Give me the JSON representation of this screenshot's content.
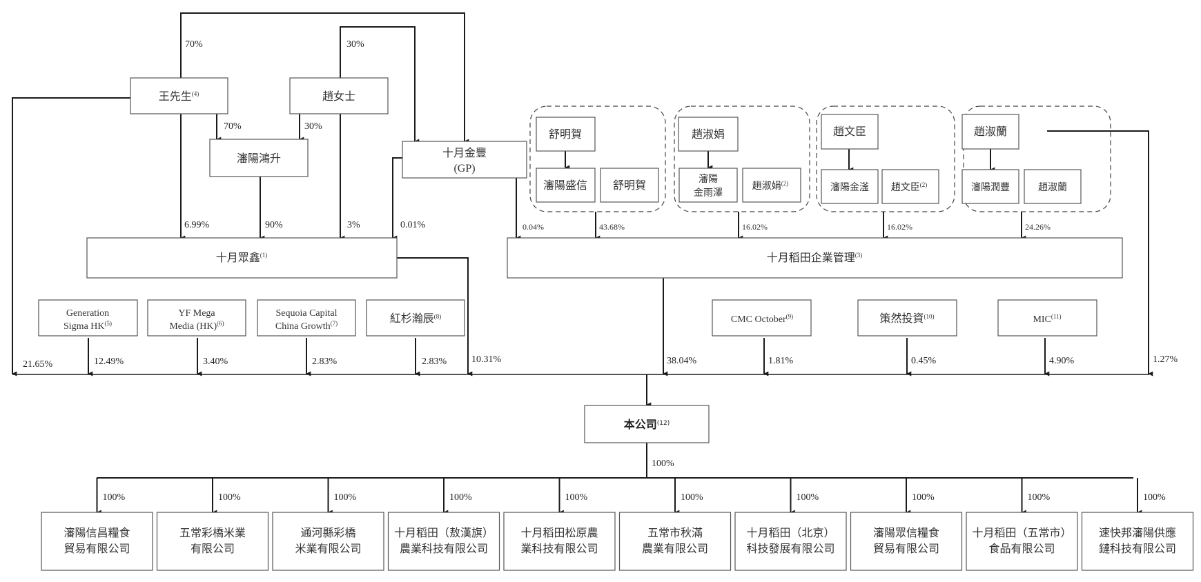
{
  "title": "Shareholding Structure",
  "entities": {
    "wang": {
      "name": "王先生",
      "note": "(4)"
    },
    "zhao_ms": {
      "name": "趙女士",
      "note": ""
    },
    "panyang_hongsheng": {
      "name": "瀋陽鴻升",
      "note": ""
    },
    "shiyue_jinfeng": {
      "name": "十月金豐",
      "line2": "(GP)"
    },
    "shiyue_zhongxin": {
      "name": "十月眾鑫",
      "note": "(1)"
    },
    "shiyue_daotian_mgmt": {
      "name": "十月稻田企業管理",
      "note": "(3)"
    },
    "group1": {
      "parent": "舒明賀",
      "child_a": "瀋陽盛信",
      "child_b": "舒明賀",
      "child_b_note": ""
    },
    "group2": {
      "parent": "趙淑娟",
      "child_a_l1": "瀋陽",
      "child_a_l2": "金雨澤",
      "child_b": "趙淑娟",
      "child_b_note": "(2)"
    },
    "group3": {
      "parent": "趙文臣",
      "child_a": "瀋陽金滏",
      "child_b": "趙文臣",
      "child_b_note": "(2)"
    },
    "group4": {
      "parent": "趙淑蘭",
      "child_a": "瀋陽潤豐",
      "child_b": "趙淑蘭",
      "child_b_note": ""
    },
    "generation_sigma": {
      "l1": "Generation",
      "l2": "Sigma HK",
      "note": "(5)"
    },
    "yf_mega": {
      "l1": "YF Mega",
      "l2": "Media (HK)",
      "note": "(6)"
    },
    "sequoia": {
      "l1": "Sequoia Capital",
      "l2": "China Growth",
      "note": "(7)"
    },
    "hongshan": {
      "name": "紅杉瀚辰",
      "note": "(8)"
    },
    "cmc": {
      "name": "CMC October",
      "note": "(9)"
    },
    "ceran": {
      "name": "策然投資",
      "note": "(10)"
    },
    "mic": {
      "name": "MIC",
      "note": "(11)"
    },
    "company": {
      "name": "本公司",
      "note": "(12)"
    }
  },
  "percentages": {
    "wang_to_jinfeng": "70%",
    "zhao_to_jinfeng": "30%",
    "wang_to_hongsheng": "70%",
    "zhao_to_hongsheng": "30%",
    "wang_to_zhongxin": "6.99%",
    "hongsheng_to_zhongxin": "90%",
    "zhao_to_zhongxin": "3%",
    "jinfeng_to_zhongxin": "0.01%",
    "jinfeng_to_mgmt": "0.04%",
    "group1_to_mgmt": "43.68%",
    "group2_to_mgmt": "16.02%",
    "group3_to_mgmt": "16.02%",
    "group4_to_mgmt": "24.26%",
    "wang_direct": "21.65%",
    "generation_sigma": "12.49%",
    "yf_mega": "3.40%",
    "sequoia": "2.83%",
    "hongshan": "2.83%",
    "zhongxin": "10.31%",
    "mgmt": "38.04%",
    "cmc": "1.81%",
    "ceran": "0.45%",
    "mic": "4.90%",
    "zhao_shulan_direct": "1.27%",
    "company_to_subs": "100%"
  },
  "subsidiaries": [
    {
      "l1": "瀋陽信昌糧食",
      "l2": "貿易有限公司",
      "pct": "100%"
    },
    {
      "l1": "五常彩橋米業",
      "l2": "有限公司",
      "pct": "100%"
    },
    {
      "l1": "通河縣彩橋",
      "l2": "米業有限公司",
      "pct": "100%"
    },
    {
      "l1": "十月稻田（敖漢旗）",
      "l2": "農業科技有限公司",
      "pct": "100%"
    },
    {
      "l1": "十月稻田松原農",
      "l2": "業科技有限公司",
      "pct": "100%"
    },
    {
      "l1": "五常市秋滿",
      "l2": "農業有限公司",
      "pct": "100%"
    },
    {
      "l1": "十月稻田（北京）",
      "l2": "科技發展有限公司",
      "pct": "100%"
    },
    {
      "l1": "瀋陽眾信糧食",
      "l2": "貿易有限公司",
      "pct": "100%"
    },
    {
      "l1": "十月稻田（五常市）",
      "l2": "食品有限公司",
      "pct": "100%"
    },
    {
      "l1": "速快邦瀋陽供應",
      "l2": "鏈科技有限公司",
      "pct": "100%"
    }
  ]
}
